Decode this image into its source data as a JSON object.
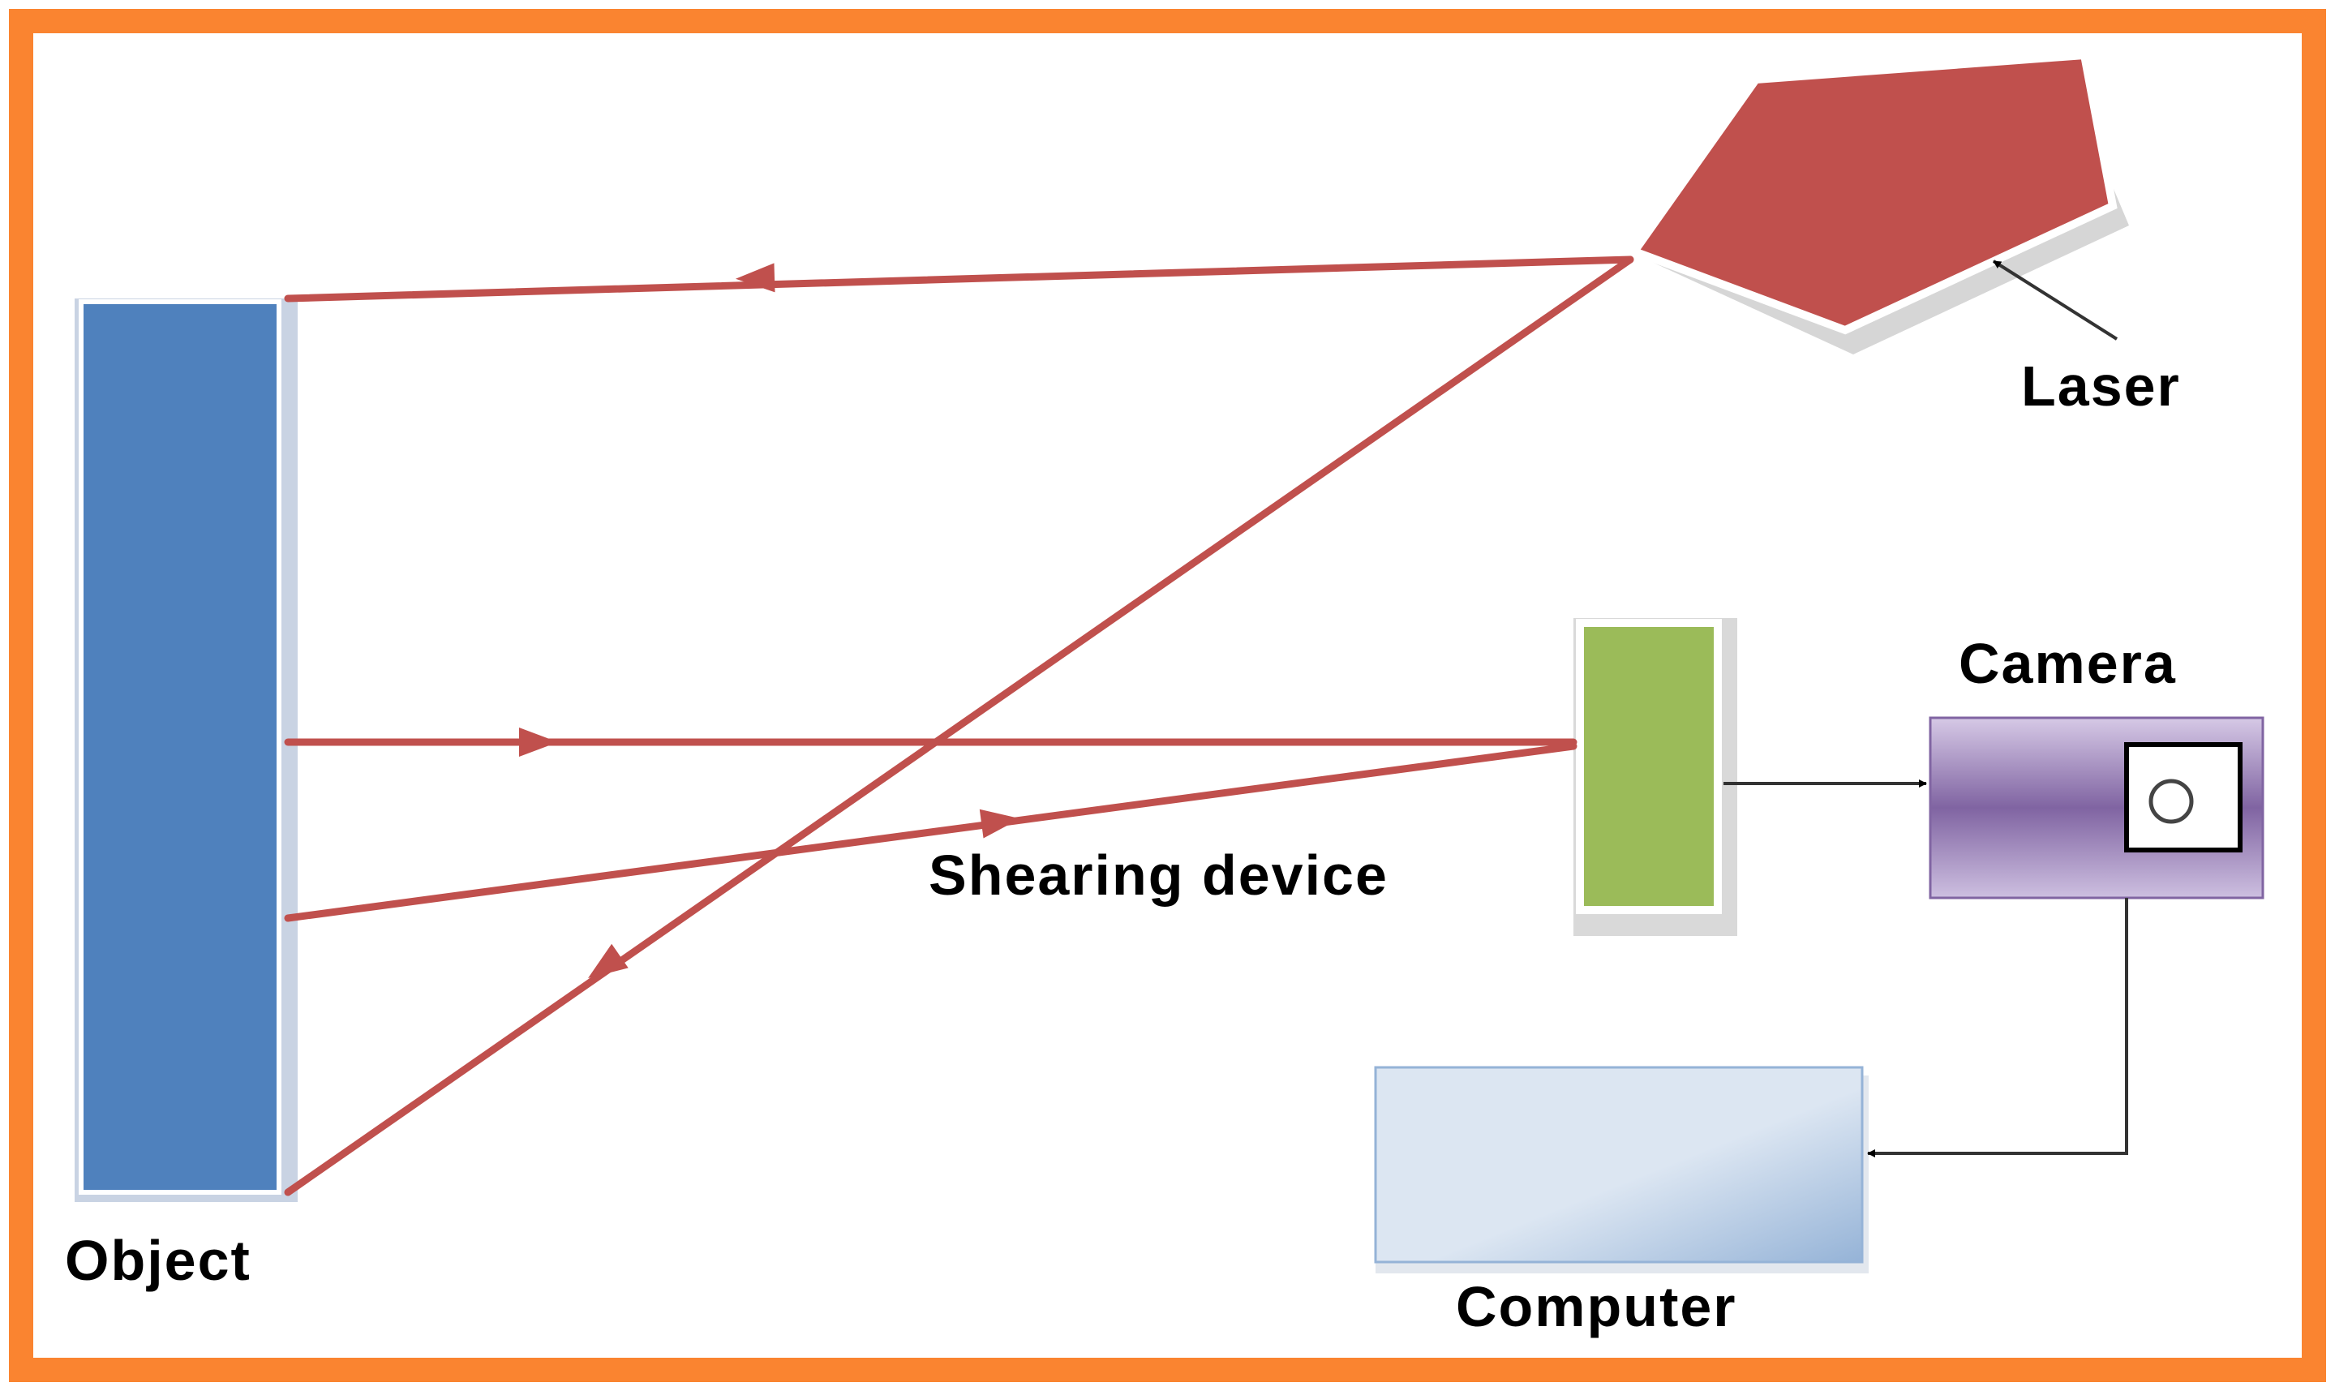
{
  "labels": {
    "object": "Object",
    "laser": "Laser",
    "camera": "Camera",
    "shearing_device": "Shearing device",
    "computer": "Computer"
  },
  "colors": {
    "frame": "#fa8430",
    "beam": "#c0504d",
    "object": "#4f81bd",
    "laser": "#c0504d",
    "shearing_device": "#9bbb59",
    "camera": "#8064a2",
    "computer": "#b9cde5",
    "connector": "#333333"
  },
  "icons": {
    "camera_lens": "lens-icon"
  }
}
